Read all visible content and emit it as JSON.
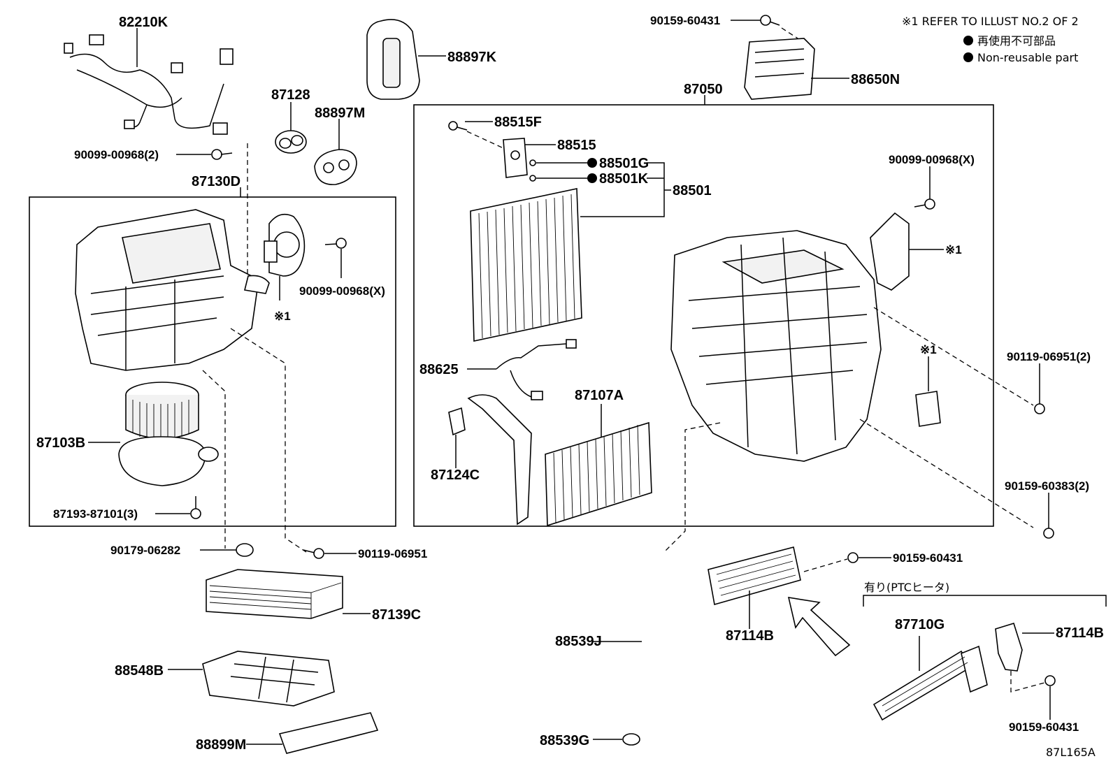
{
  "notes": {
    "refer": "※1 REFER TO ILLUST NO.2 OF 2",
    "nonreuse_jp": "再使用不可部品",
    "nonreuse_en": "Non-reusable part",
    "ptc_option": "有り(PTCヒータ)",
    "illust_code": "87L165A"
  },
  "labels": {
    "p82210K": "82210K",
    "p88897K": "88897K",
    "p87128": "87128",
    "p88897M": "88897M",
    "p90099_00968_2": "90099-00968(2)",
    "p87130D": "87130D",
    "p90099_00968_X_left": "90099-00968(X)",
    "ref1_left": "※1",
    "p87103B": "87103B",
    "p87193_87101_3": "87193-87101(3)",
    "p90179_06282": "90179-06282",
    "p90119_06951": "90119-06951",
    "p87139C": "87139C",
    "p88548B": "88548B",
    "p88899M": "88899M",
    "p90159_60431_top": "90159-60431",
    "p88650N": "88650N",
    "p87050": "87050",
    "p88515F": "88515F",
    "p88515": "88515",
    "p88501G": "88501G",
    "p88501K": "88501K",
    "p88501": "88501",
    "p90099_00968_X_right": "90099-00968(X)",
    "ref1_right_top": "※1",
    "ref1_right_mid": "※1",
    "p88625": "88625",
    "p87107A": "87107A",
    "p87124C": "87124C",
    "p90119_06951_2": "90119-06951(2)",
    "p90159_60383_2": "90159-60383(2)",
    "p90159_60431_mid": "90159-60431",
    "p87114B_mid": "87114B",
    "p88539J": "88539J",
    "p88539G": "88539G",
    "p87710G": "87710G",
    "p87114B_right": "87114B",
    "p90159_60431_right": "90159-60431"
  }
}
